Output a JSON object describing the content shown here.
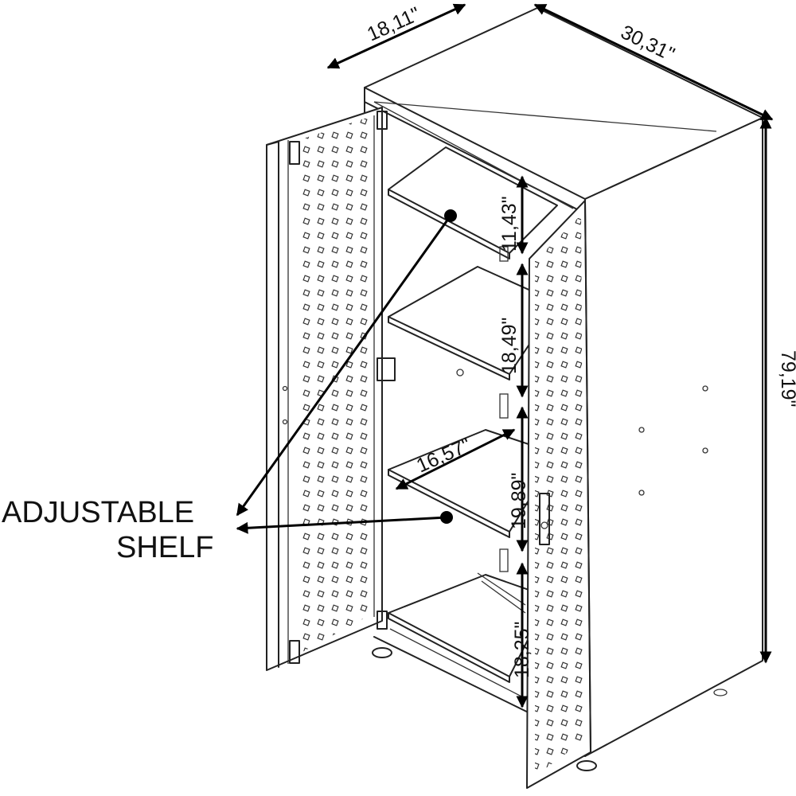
{
  "dimensions": {
    "depth": "18,11\"",
    "width": "30,31\"",
    "height": "79,19\"",
    "top_gap": "11,43\"",
    "second_gap": "18,49\"",
    "shelf_depth": "16,57\"",
    "third_gap": "19,89\"",
    "bottom_gap": "18,25\""
  },
  "callout": {
    "line1": "ADJUSTABLE",
    "line2": "SHELF"
  },
  "icons": [
    "hinge-icon",
    "door-handle-icon",
    "leveling-foot-icon"
  ],
  "colors": {
    "line": "#222222",
    "background": "#ffffff"
  }
}
